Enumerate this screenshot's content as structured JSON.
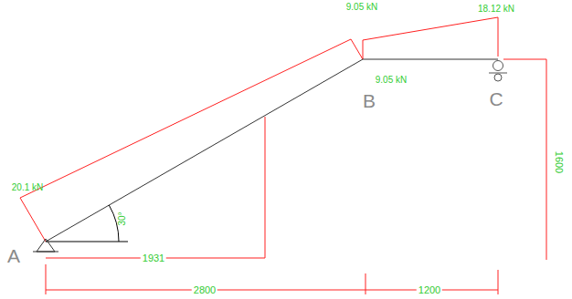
{
  "diagram": {
    "labels": [
      "9.05 kN",
      "18.12 kN",
      "9.05 kN",
      "B",
      "C",
      "20.1 kN",
      "30°",
      "A",
      "1931",
      "2800",
      "1200",
      "1600"
    ]
  }
}
